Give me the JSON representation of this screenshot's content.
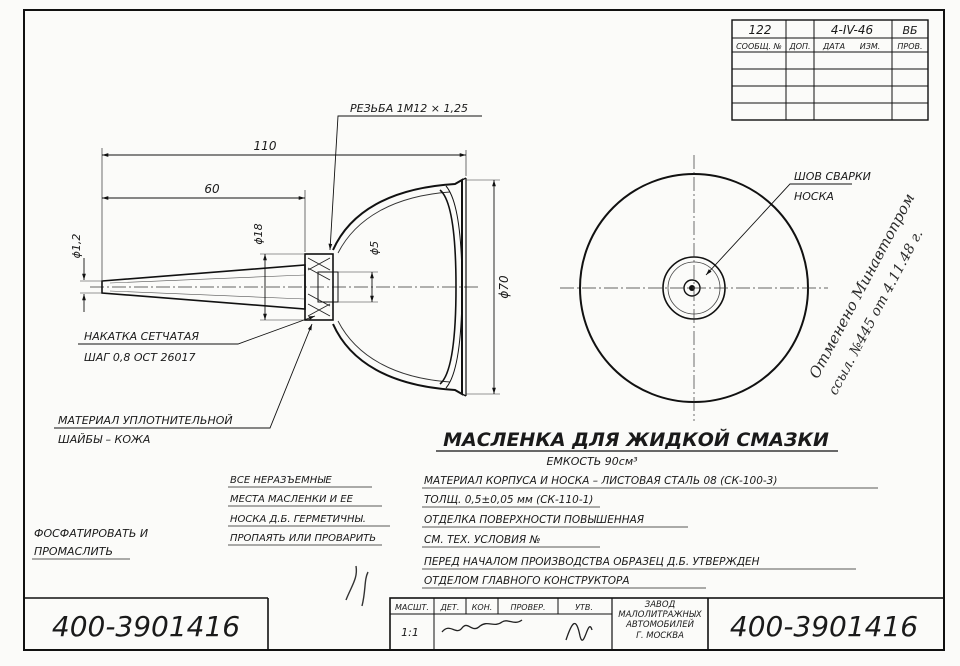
{
  "revision_block": {
    "row1": [
      "122",
      "",
      "4-IV-46",
      "ВБ"
    ],
    "headers": [
      "СООБЩ. №",
      "ДОП.",
      "ДАТА",
      "ИЗМ.",
      "ПРОВ."
    ]
  },
  "dimensions": {
    "length_total": "110",
    "length_spout": "60",
    "dia_spout_tip": "ϕ1,2",
    "dia_collar": "ϕ18",
    "dia_hole": "ϕ5",
    "dia_body": "ϕ70",
    "thread": "РЕЗЬБА 1М12 × 1,25"
  },
  "callouts": {
    "weld_line1": "ШОВ СВАРКИ",
    "weld_line2": "НОСКА",
    "knurl_line1": "НАКАТКА СЕТЧАТАЯ",
    "knurl_line2": "ШАГ 0,8  ОСТ 26017",
    "seal_line1": "МАТЕРИАЛ УПЛОТНИТЕЛЬНОЙ",
    "seal_line2": "ШАЙБЫ – КОЖА"
  },
  "title": "МАСЛЕНКА ДЛЯ ЖИДКОЙ СМАЗКИ",
  "capacity": "ЕМКОСТЬ 90см³",
  "notes_left": [
    "ВСЕ НЕРАЗЪЕМНЫЕ",
    "МЕСТА МАСЛЕНКИ И ЕЕ",
    "НОСКА Д.Б. ГЕРМЕТИЧНЫ.",
    "ПРОПАЯТЬ ИЛИ ПРОВАРИТЬ"
  ],
  "notes_right": [
    "МАТЕРИАЛ КОРПУСА И НОСКА – ЛИСТОВАЯ СТАЛЬ 08 (СК-100-3)",
    "ТОЛЩ. 0,5±0,05 мм (СК-110-1)",
    "ОТДЕЛКА ПОВЕРХНОСТИ ПОВЫШЕННАЯ",
    "СМ. ТЕХ. УСЛОВИЯ №",
    "ПЕРЕД НАЧАЛОМ ПРОИЗВОДСТВА ОБРАЗЕЦ Д.Б. УТВЕРЖДЕН",
    "ОТДЕЛОМ ГЛАВНОГО КОНСТРУКТОРА"
  ],
  "phosphate_note": [
    "ФОСФАТИРОВАТЬ И",
    "ПРОМАСЛИТЬ"
  ],
  "part_number": "400-3901416",
  "title_block": {
    "headers": [
      "МАСШТ.",
      "ДЕТ.",
      "КОН.",
      "ПРОВЕР.",
      "УТВ."
    ],
    "scale": "1:1",
    "plant": [
      "ЗАВОД",
      "МАЛОЛИТРАЖНЫХ",
      "АВТОМОБИЛЕЙ",
      "Г. МОСКВА"
    ]
  },
  "handwriting": {
    "line1": "Отменено Минавтопром",
    "line2": "ссыл. №445 от 4.11.48 г."
  }
}
